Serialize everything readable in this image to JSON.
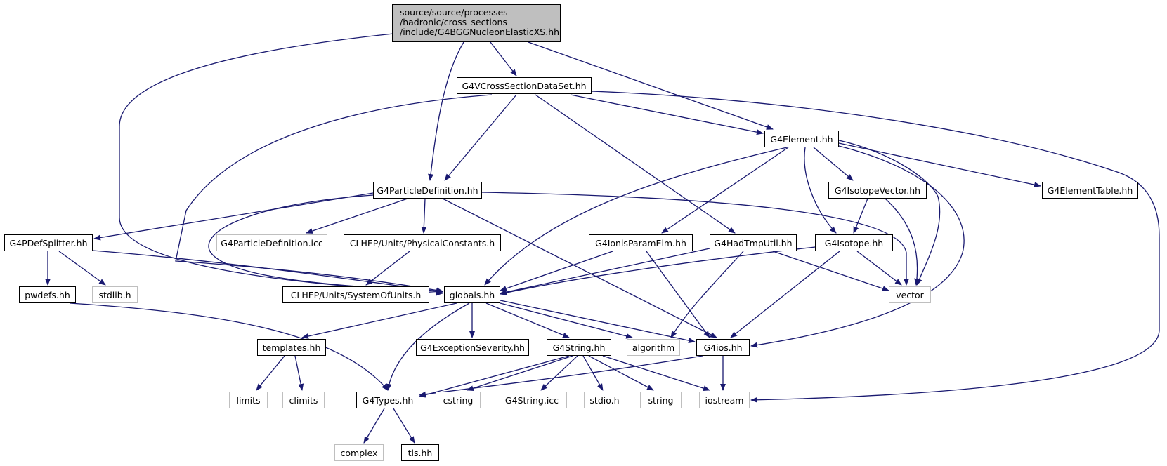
{
  "diagram": {
    "root_lines": [
      "source/source/processes",
      "/hadronic/cross_sections",
      "/include/G4BGGNucleonElasticXS.hh"
    ],
    "nodes": {
      "vcross": "G4VCrossSectionDataSet.hh",
      "element": "G4Element.hh",
      "particledef": "G4ParticleDefinition.hh",
      "isotopevector": "G4IsotopeVector.hh",
      "elementtable": "G4ElementTable.hh",
      "pdefsplitter": "G4PDefSplitter.hh",
      "particledef_icc": "G4ParticleDefinition.icc",
      "physconst": "CLHEP/Units/PhysicalConstants.h",
      "ionisparam": "G4IonisParamElm.hh",
      "hadtmputil": "G4HadTmpUtil.hh",
      "isotope": "G4Isotope.hh",
      "pwdefs": "pwdefs.hh",
      "stdlib": "stdlib.h",
      "systemofunits": "CLHEP/Units/SystemOfUnits.h",
      "globals": "globals.hh",
      "vector": "vector",
      "templates": "templates.hh",
      "exceptionseverity": "G4ExceptionSeverity.hh",
      "g4string": "G4String.hh",
      "algorithm": "algorithm",
      "g4ios": "G4ios.hh",
      "limits": "limits",
      "climits": "climits",
      "g4types": "G4Types.hh",
      "cstring": "cstring",
      "g4string_icc": "G4String.icc",
      "stdio": "stdio.h",
      "string": "string",
      "iostream": "iostream",
      "complex": "complex",
      "tls": "tls.hh"
    },
    "colors": {
      "edge": "#191970",
      "root_fill": "#bfbfbf",
      "node_border": "#000000",
      "external_border": "#bfbfbf"
    }
  }
}
